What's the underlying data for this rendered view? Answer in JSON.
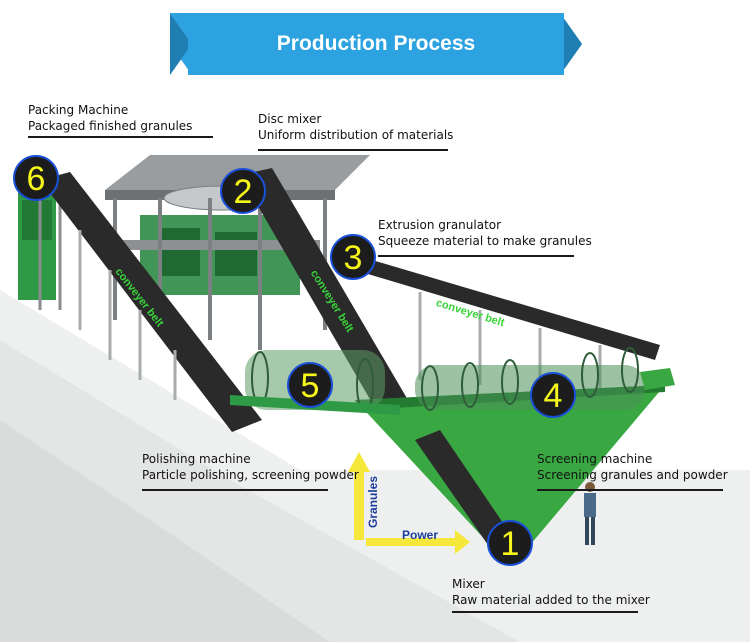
{
  "banner": {
    "title": "Production Process",
    "color": "#2ca3e0"
  },
  "stations": [
    {
      "number": "1",
      "name": "Mixer",
      "description": "Raw material added to the mixer"
    },
    {
      "number": "2",
      "name": "Disc mixer",
      "description": "Uniform distribution of materials"
    },
    {
      "number": "3",
      "name": "Extrusion granulator",
      "description": "Squeeze material to make granules"
    },
    {
      "number": "4",
      "name": "Screening machine",
      "description": "Screening granules and powder"
    },
    {
      "number": "5",
      "name": "Polishing machine",
      "description": "Particle polishing, screening powder"
    },
    {
      "number": "6",
      "name": "Packing Machine",
      "description": "Packaged finished granules"
    }
  ],
  "belt_label": "conveyer belt",
  "flow_labels": {
    "power": "Power",
    "granules": "Granules"
  },
  "colors": {
    "machine_green": "#2e9e3e",
    "belt_dark": "#2a2a2a",
    "frame_gray": "#b9bcbf",
    "number_yellow": "#f6f61a",
    "number_ring": "#1a4fd8",
    "arrow_yellow": "#f5e83a",
    "belt_text_green": "#39d43a"
  }
}
